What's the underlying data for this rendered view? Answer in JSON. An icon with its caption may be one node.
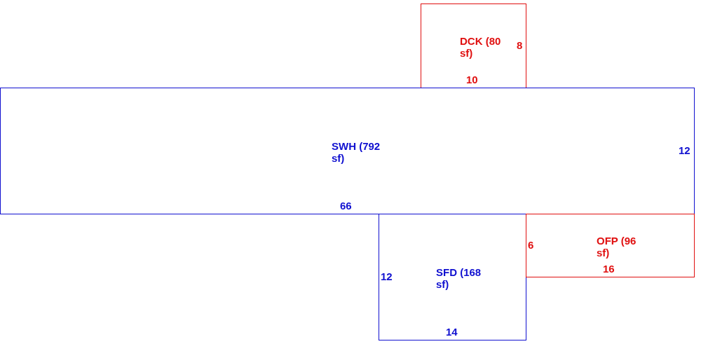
{
  "diagram": {
    "nodes": [
      {
        "text": [
          "DCK (80 sf)"
        ]
      },
      {
        "text": [
          "SWH (792 sf)"
        ]
      },
      {
        "text": [
          "SFD (168 sf)"
        ]
      },
      {
        "text": [
          "OFP (96 sf)"
        ]
      }
    ],
    "labels": [
      "8",
      "10",
      "12",
      "66",
      "6",
      "16",
      "12",
      "14"
    ]
  }
}
